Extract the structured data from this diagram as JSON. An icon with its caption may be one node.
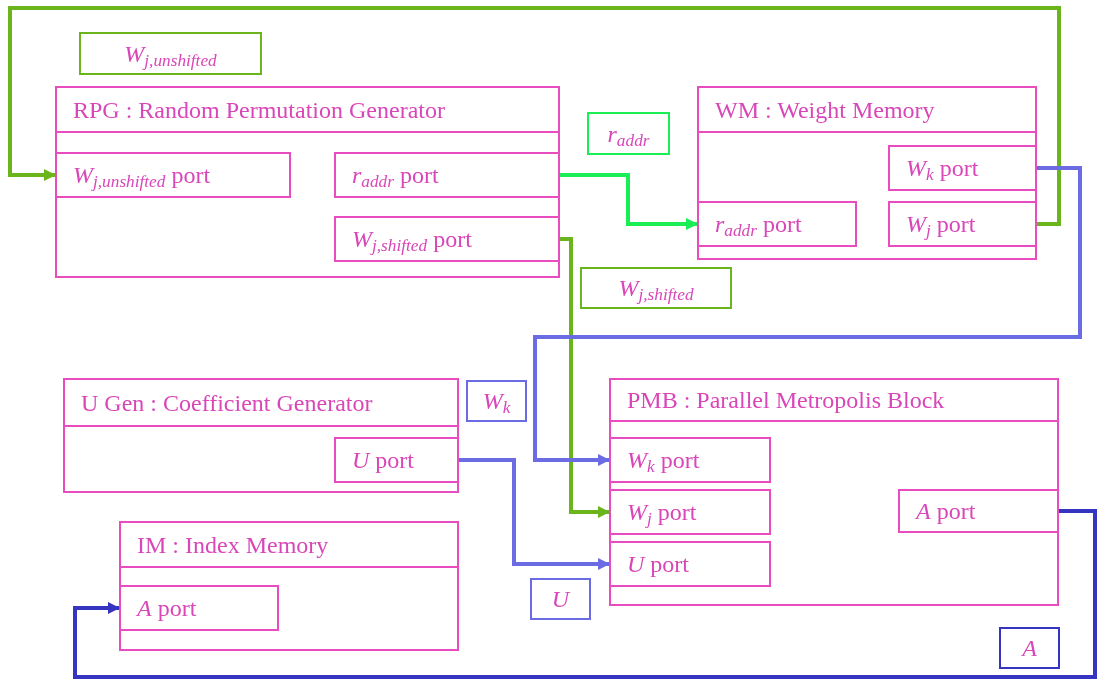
{
  "diagram": {
    "nodes": [
      {
        "text": [
          "RPG : Random Permutation Generator"
        ]
      },
      {
        "text": [
          "*W*$_{j,unshifted}$ port"
        ],
        "in": 0
      },
      {
        "text": [
          "*r*$_{addr}$ port"
        ],
        "in": 0
      },
      {
        "text": [
          "*W*$_{j,shifted}$ port"
        ],
        "in": 0
      },
      {
        "text": [
          "WM : Weight Memory"
        ]
      },
      {
        "text": [
          "*W*$_{k}$ port"
        ],
        "in": 4
      },
      {
        "text": [
          "*r*$_{addr}$ port"
        ],
        "in": 4
      },
      {
        "text": [
          "*W*$_{j}$ port"
        ],
        "in": 4
      },
      {
        "text": [
          "U Gen : Coefficient Generator"
        ]
      },
      {
        "text": [
          "*U* port"
        ],
        "in": 8
      },
      {
        "text": [
          "IM : Index Memory"
        ]
      },
      {
        "text": [
          "*A* port"
        ],
        "in": 10
      },
      {
        "text": [
          "PMB : Parallel Metropolis Block"
        ]
      },
      {
        "text": [
          "*W*$_{k}$ port"
        ],
        "in": 12
      },
      {
        "text": [
          "*W*$_{j}$ port"
        ],
        "in": 12
      },
      {
        "text": [
          "*U* port"
        ],
        "in": 12
      },
      {
        "text": [
          "*A* port"
        ],
        "in": 12
      },
      {
        "text": [
          "*W*$_{j,unshifted}$"
        ]
      },
      {
        "text": [
          "*r*$_{addr}$"
        ]
      },
      {
        "text": [
          "*W*$_{j,shifted}$"
        ]
      },
      {
        "text": [
          "*W*$_{k}$"
        ]
      },
      {
        "text": [
          "*U*"
        ]
      },
      {
        "text": [
          "*A*"
        ]
      }
    ],
    "edges": [
      {
        "from": 7,
        "to": 1,
        "arrow": "to"
      },
      {
        "from": 2,
        "to": 6,
        "arrow": "to",
        "color": "#19ef55"
      },
      {
        "from": 3,
        "to": 14,
        "arrow": "to"
      },
      {
        "from": 5,
        "to": 13,
        "arrow": "to",
        "color": "#6b6be3"
      },
      {
        "from": 9,
        "to": 15,
        "arrow": "to",
        "color": "#6b6be3"
      },
      {
        "from": 16,
        "to": 11,
        "arrow": "to",
        "color": "#3535c2"
      }
    ]
  }
}
